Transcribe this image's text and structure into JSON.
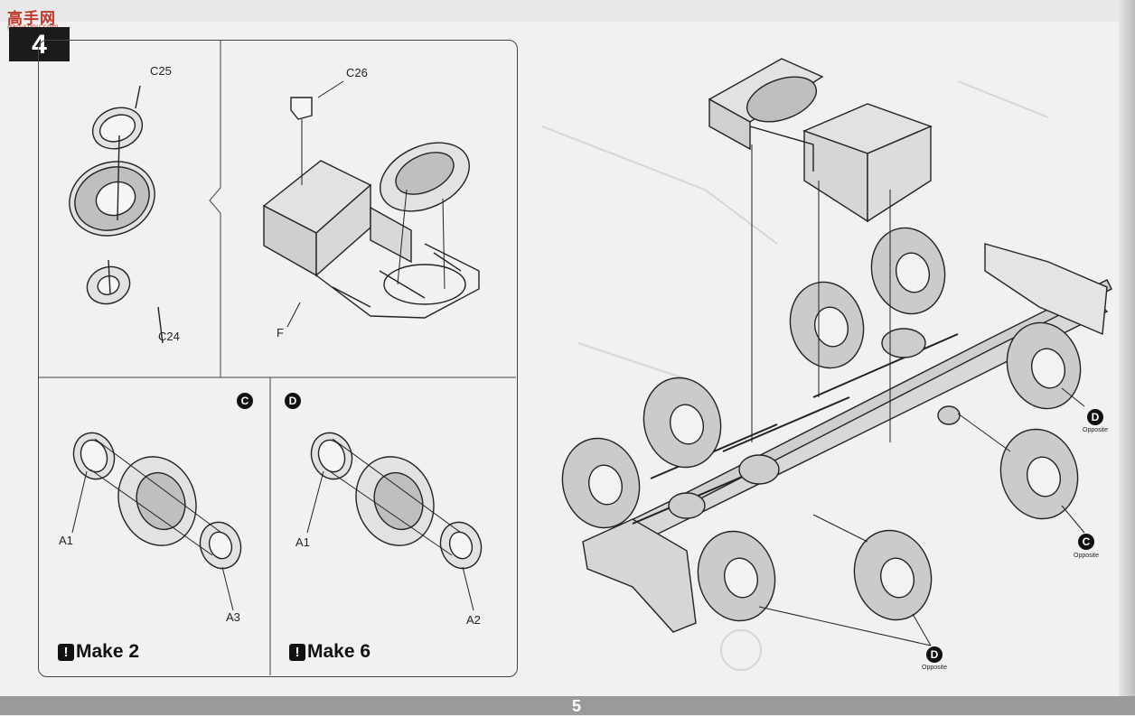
{
  "watermark": {
    "title": "高手网",
    "subtitle": "gao-shou.com"
  },
  "step_number": "4",
  "page_number": "5",
  "panels": {
    "tire_exploded": {
      "labels": [
        "C25",
        "C24"
      ]
    },
    "chassis_box": {
      "labels": [
        "C26",
        "F"
      ]
    },
    "wheel_c": {
      "badge": "C",
      "labels": [
        "A1",
        "A3"
      ],
      "make_text": "Make 2"
    },
    "wheel_d": {
      "badge": "D",
      "labels": [
        "A1",
        "A2"
      ],
      "make_text": "Make 6"
    }
  },
  "truck_callouts": [
    {
      "badge": "D",
      "note": "Opposite"
    },
    {
      "badge": "C",
      "note": "Opposite"
    },
    {
      "badge": "D",
      "note": "Opposite"
    }
  ],
  "icons": [
    "exclamation-icon"
  ]
}
